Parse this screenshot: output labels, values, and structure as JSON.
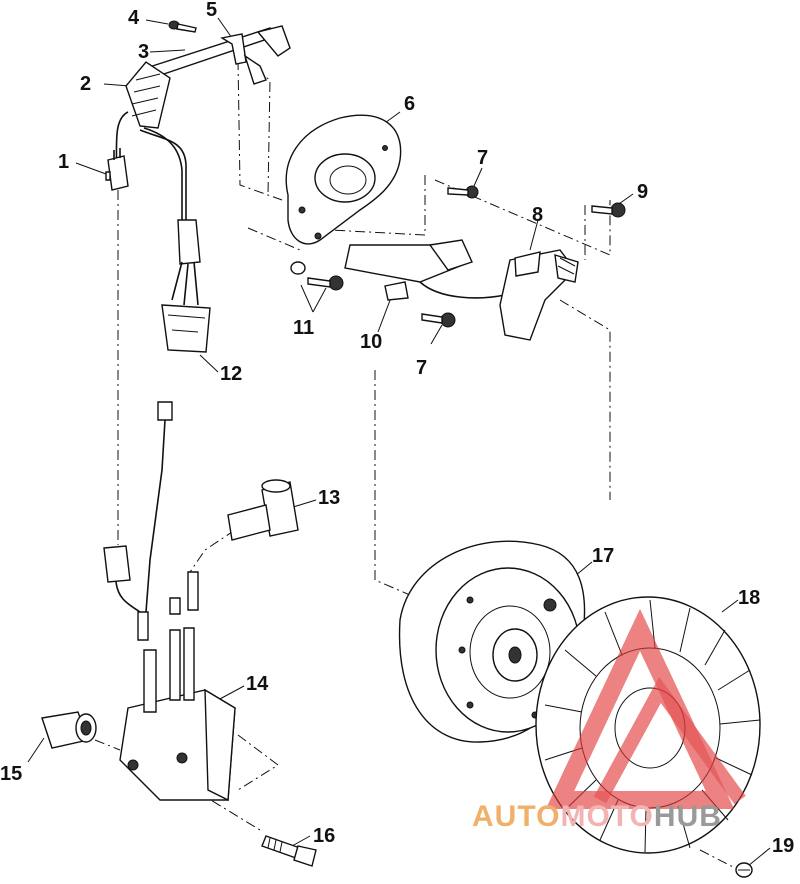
{
  "callouts": [
    {
      "id": "c1",
      "text": "1"
    },
    {
      "id": "c2",
      "text": "2"
    },
    {
      "id": "c3",
      "text": "3"
    },
    {
      "id": "c4",
      "text": "4"
    },
    {
      "id": "c5",
      "text": "5"
    },
    {
      "id": "c6",
      "text": "6"
    },
    {
      "id": "c7a",
      "text": "7"
    },
    {
      "id": "c7b",
      "text": "7"
    },
    {
      "id": "c8",
      "text": "8"
    },
    {
      "id": "c9",
      "text": "9"
    },
    {
      "id": "c10",
      "text": "10"
    },
    {
      "id": "c11",
      "text": "11"
    },
    {
      "id": "c12",
      "text": "12"
    },
    {
      "id": "c13",
      "text": "13"
    },
    {
      "id": "c14",
      "text": "14"
    },
    {
      "id": "c15",
      "text": "15"
    },
    {
      "id": "c16",
      "text": "16"
    },
    {
      "id": "c17",
      "text": "17"
    },
    {
      "id": "c18",
      "text": "18"
    },
    {
      "id": "c19",
      "text": "19"
    }
  ],
  "watermark": {
    "part1": "AUTO",
    "part2": "MOTO",
    "part3": "HUB",
    "colors": {
      "auto": "#f1b06a",
      "moto": "#f3b3b3",
      "hub": "#9a9a9a",
      "logo": "#e23b3b"
    }
  }
}
